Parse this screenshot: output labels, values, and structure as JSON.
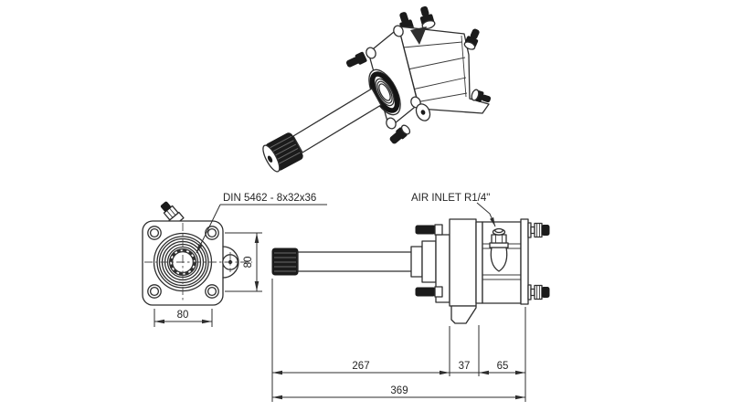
{
  "front_view": {
    "spline_label": "DIN 5462 - 8x32x36",
    "dim_width": "80",
    "dim_height": "80"
  },
  "side_view": {
    "air_inlet_label": "AIR INLET R1/4\"",
    "dim_shaft": "267",
    "dim_plate": "37",
    "dim_rear": "65",
    "dim_total": "369"
  },
  "colors": {
    "line": "#2e2e2e",
    "dark_fill": "#1b1b1b",
    "background": "#ffffff"
  }
}
